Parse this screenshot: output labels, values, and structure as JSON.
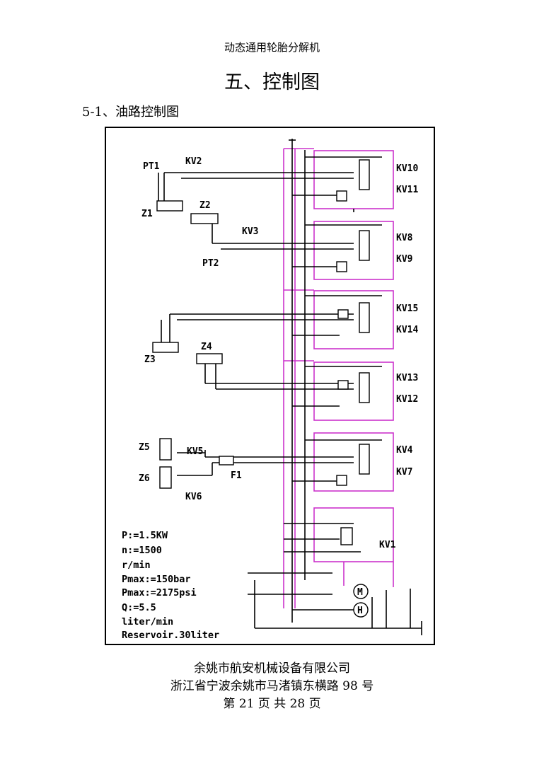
{
  "header": {
    "running_title": "动态通用轮胎分解机",
    "section_title": "五、控制图",
    "subsection_title": "5-1、油路控制图"
  },
  "diagram": {
    "components": {
      "pt1": "PT1",
      "kv2": "KV2",
      "z1": "Z1",
      "z2": "Z2",
      "kv3": "KV3",
      "pt2": "PT2",
      "z3": "Z3",
      "z4": "Z4",
      "z5": "Z5",
      "kv5": "KV5",
      "z6": "Z6",
      "kv6": "KV6",
      "f1": "F1",
      "kv10": "KV10",
      "kv11": "KV11",
      "kv8": "KV8",
      "kv9": "KV9",
      "kv15": "KV15",
      "kv14": "KV14",
      "kv13": "KV13",
      "kv12": "KV12",
      "kv4": "KV4",
      "kv7": "KV7",
      "kv1": "KV1",
      "motor": "M",
      "pump": "H"
    },
    "specs": {
      "power": "P:=1.5KW",
      "speed": "n:=1500",
      "speed_unit": "r/min",
      "pmax_bar": "Pmax:=150bar",
      "pmax_psi": "Pmax:=2175psi",
      "flow": "Q:=5.5",
      "flow_unit": "liter/min",
      "reservoir": "Reservoir.30liter"
    },
    "colors": {
      "line": "#000000",
      "valve_box": "#cc33cc"
    }
  },
  "footer": {
    "company": "余姚市航安机械设备有限公司",
    "address": "浙江省宁波余姚市马渚镇东横路 98 号",
    "page": "第 21 页 共 28 页"
  }
}
